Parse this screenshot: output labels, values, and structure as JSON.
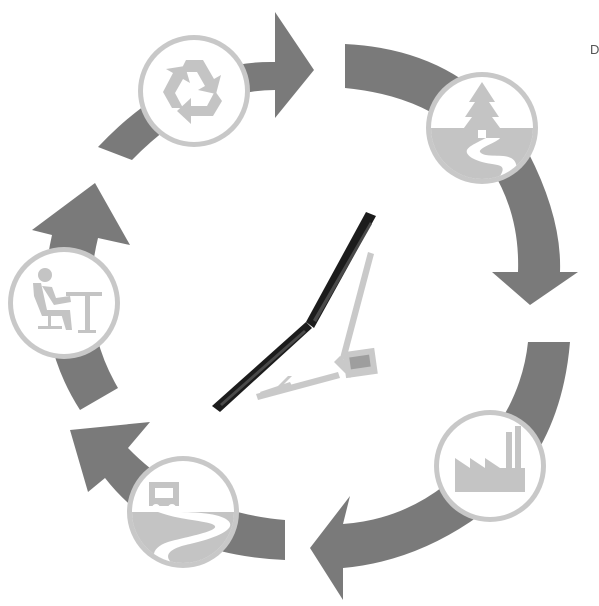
{
  "diagram": {
    "corner_text": "D",
    "colors": {
      "arrow": "#7a7a7a",
      "badge_fill": "#ffffff",
      "badge_ring": "#c8c8c8",
      "icon": "#c4c4c4",
      "monitor": "#1c1c1c",
      "stand": "#c9c9c9"
    },
    "stages": [
      {
        "name": "recycle",
        "icon": "recycle-icon"
      },
      {
        "name": "raw-materials",
        "icon": "forest-river-icon"
      },
      {
        "name": "manufacturing",
        "icon": "factory-icon"
      },
      {
        "name": "transport",
        "icon": "truck-road-icon"
      },
      {
        "name": "use",
        "icon": "office-worker-icon"
      }
    ],
    "center": {
      "icon": "dual-monitor-stand-icon"
    }
  }
}
